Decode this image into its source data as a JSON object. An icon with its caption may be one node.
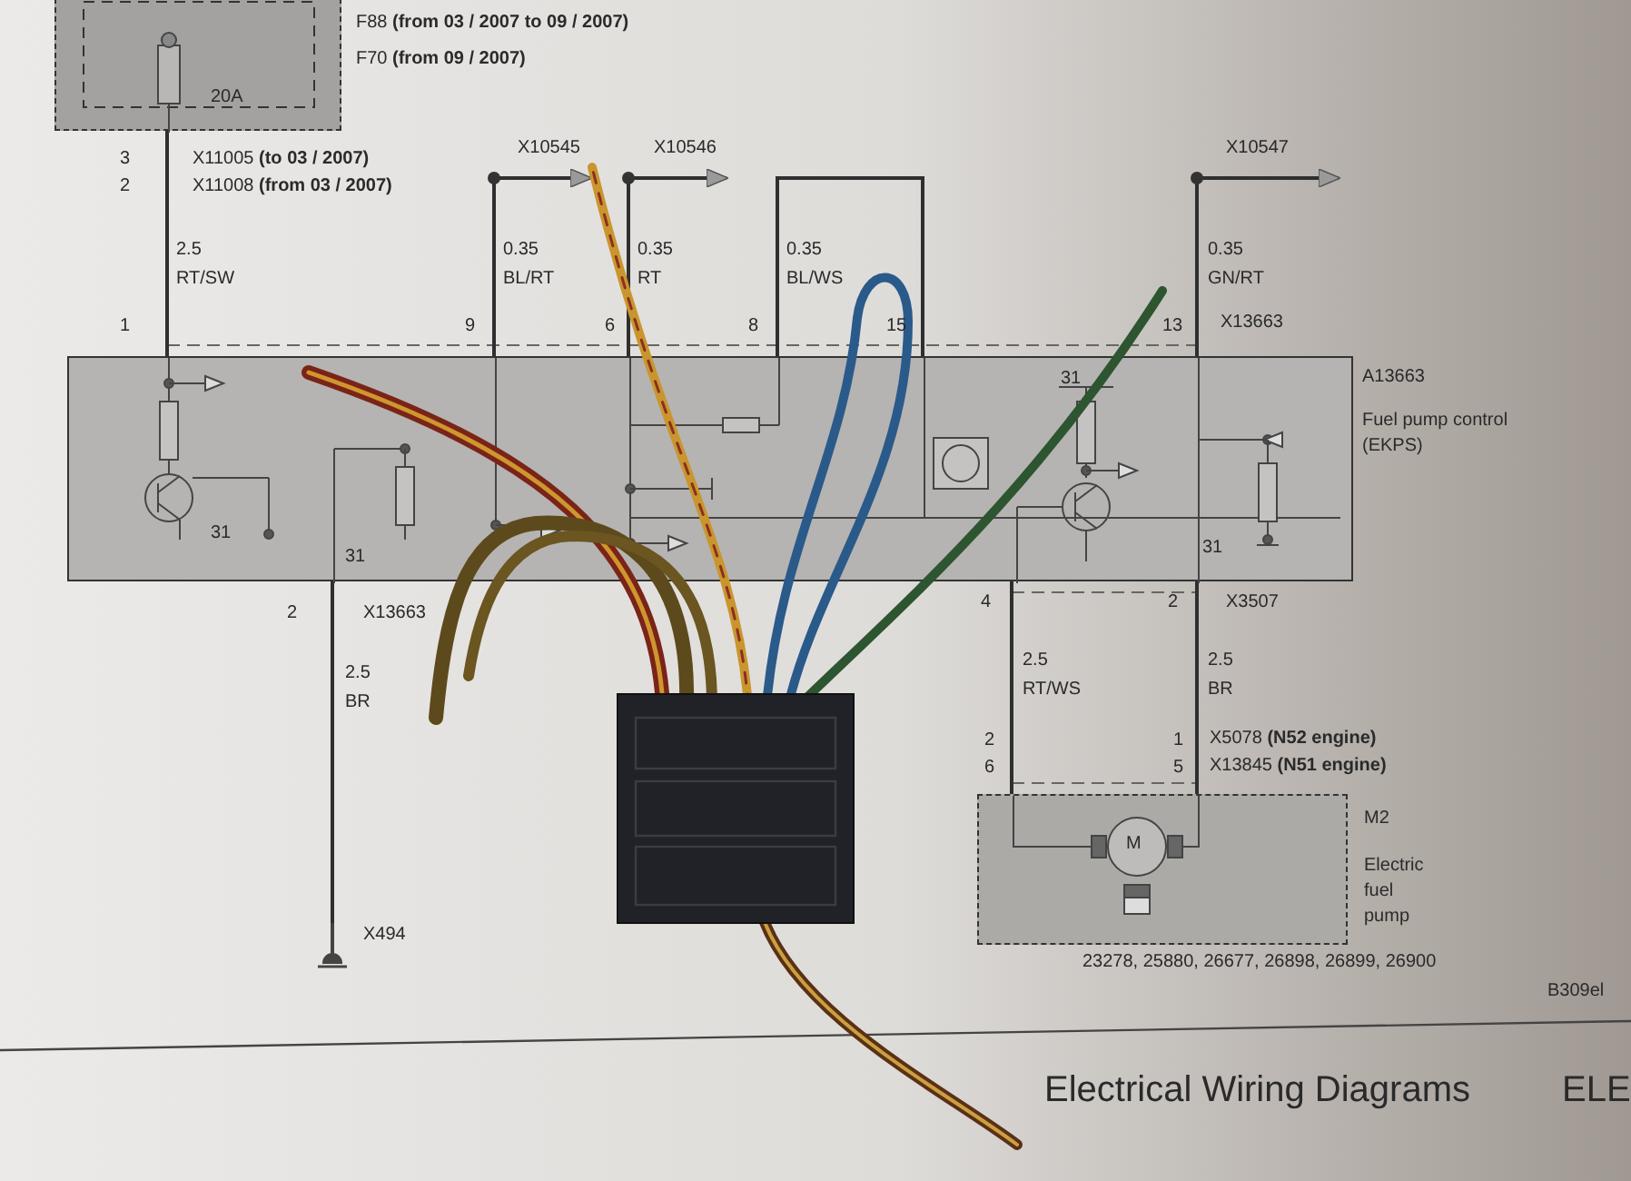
{
  "diagram": {
    "nodes": [
      {
        "text": [
          "20A"
        ],
        "beside": [
          "F88 **(from 03 / 2007 to 09 / 2007)**",
          "F70 **(from 09 / 2007)**"
        ]
      },
      {
        "text": [
          "A13663",
          "Fuel pump control (EKPS)"
        ]
      },
      {
        "text": [
          "M2",
          "Electric fuel pump"
        ],
        "beside": [
          "23278, 25880, 26677, 26898, 26899, 26900"
        ]
      },
      {
        "text": [
          "X494"
        ]
      },
      {
        "text": [
          "X10545"
        ]
      },
      {
        "text": [
          "X10546"
        ]
      },
      {
        "text": [
          "X10547"
        ]
      }
    ],
    "edges": [
      {
        "from": 0,
        "to": 1,
        "arrow": "none",
        "label": "2.5 RT/SW"
      },
      {
        "from": 1,
        "to": 4,
        "arrow": "to",
        "label": "0.35 BL/RT"
      },
      {
        "from": 1,
        "to": 5,
        "arrow": "to",
        "label": "0.35 RT"
      },
      {
        "from": 1,
        "to": 1,
        "arrow": "none",
        "label": "0.35 BL/WS"
      },
      {
        "from": 1,
        "to": 6,
        "arrow": "to",
        "label": "0.35 GN/RT"
      },
      {
        "from": 1,
        "to": 3,
        "arrow": "none",
        "label": "2.5 BR"
      },
      {
        "from": 1,
        "to": 2,
        "arrow": "none",
        "label": "2.5 RT/WS"
      },
      {
        "from": 1,
        "to": 2,
        "arrow": "none",
        "label": "2.5 BR"
      }
    ],
    "labels": [
      "3",
      "2",
      "X11005 **(to 03 / 2007)**",
      "X11008 **(from 03 / 2007)**",
      "1",
      "9",
      "6",
      "8",
      "15",
      "13",
      "X13663",
      "31",
      "31",
      "31",
      "31",
      "2",
      "X13663",
      "4",
      "2",
      "X3507",
      "2",
      "1",
      "X5078 **(N52 engine)**",
      "6",
      "5",
      "X13845 **(N51 engine)**",
      "M",
      "B309el",
      "Electrical Wiring Diagrams",
      "ELE"
    ]
  }
}
